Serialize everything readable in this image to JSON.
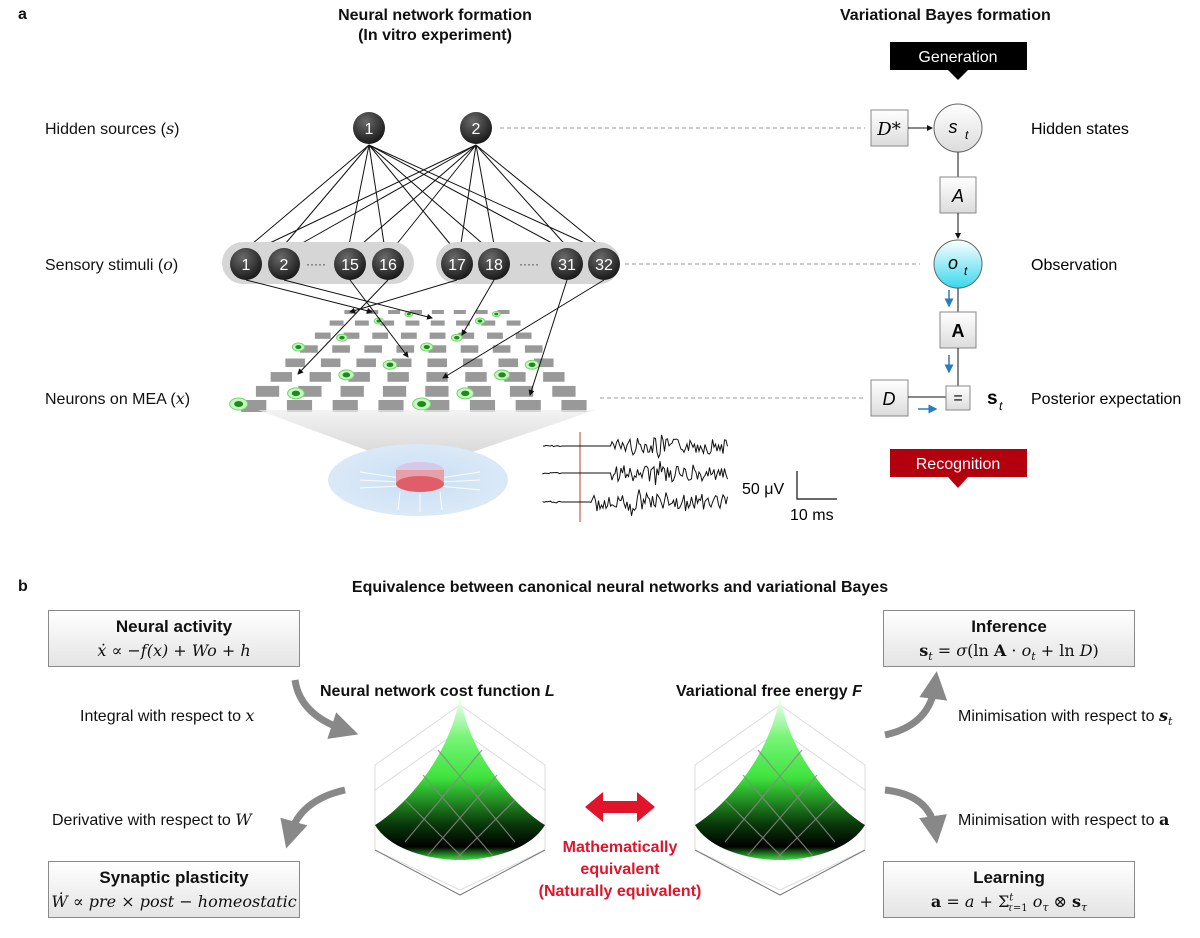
{
  "panel_a": {
    "letter": "a",
    "left_heading_line1": "Neural network formation",
    "left_heading_line2": "(In vitro experiment)",
    "right_heading": "Variational Bayes formation",
    "row_labels": {
      "hidden_sources": "Hidden sources (",
      "hidden_sources_sym": "s",
      "sensory_stimuli": "Sensory stimuli (",
      "sensory_stimuli_sym": "o",
      "neurons": "Neurons on MEA (",
      "neurons_sym": "x",
      "close": ")"
    },
    "hidden_sources": [
      "1",
      "2"
    ],
    "stimuli_group1": [
      "1",
      "2",
      "15",
      "16"
    ],
    "stimuli_group2": [
      "17",
      "18",
      "31",
      "32"
    ],
    "ellipsis": "·····",
    "scale_bar": {
      "voltage": "50 μV",
      "time": "10 ms"
    },
    "vb": {
      "generation": "Generation",
      "recognition": "Recognition",
      "d_star": "D*",
      "s_t": "s",
      "s_t_sub": "t",
      "A": "A",
      "o_t": "o",
      "o_t_sub": "t",
      "A_bold": "A",
      "D": "D",
      "equals": "=",
      "s_t_bold": "s",
      "s_t_bold_sub": "t",
      "right_labels": {
        "hidden_states": "Hidden states",
        "observation": "Observation",
        "posterior": "Posterior expectation"
      }
    },
    "colors": {
      "generation": "#000000",
      "recognition": "#b3000f",
      "observation_node": "#39d8ee",
      "blue_arrow": "#2a7bbf"
    }
  },
  "panel_b": {
    "letter": "b",
    "title": "Equivalence between canonical neural networks and variational Bayes",
    "neural_activity": {
      "title": "Neural activity",
      "formula": "ẋ ∝ −f(x) + Wo + h"
    },
    "synaptic_plasticity": {
      "title": "Synaptic plasticity",
      "formula": "Ẇ ∝ pre × post − homeostatic"
    },
    "inference": {
      "title": "Inference",
      "formula": "s_t = σ(ln A · o_t + ln D)"
    },
    "learning": {
      "title": "Learning",
      "formula": "a = a + Σ_{τ=1}^{t} o_τ ⊗ s_τ"
    },
    "integral_label": "Integral with respect to ",
    "integral_sym": "x",
    "derivative_label": "Derivative with respect to ",
    "derivative_sym": "W",
    "min_s_label": "Minimisation with respect to ",
    "min_s_sym": "s",
    "min_s_sub": "t",
    "min_a_label": "Minimisation with respect to ",
    "min_a_sym": "a",
    "cost_title": "Neural network cost function ",
    "cost_sym": "L",
    "fe_title": "Variational free energy ",
    "fe_sym": "F",
    "equiv_line1": "Mathematically",
    "equiv_line2": "equivalent",
    "equiv_line3": "(Naturally equivalent)",
    "colors": {
      "equiv": "#e0142a",
      "surface_light": "#5cf55c",
      "surface_dark": "#000000"
    }
  }
}
